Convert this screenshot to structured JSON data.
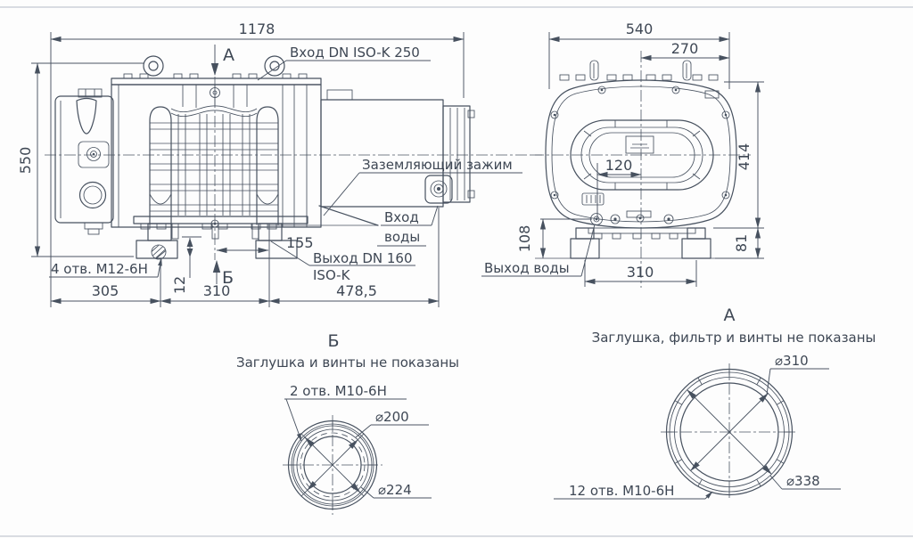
{
  "side": {
    "dim_width": "1178",
    "dim_height": "550",
    "section_a": "А",
    "section_b": "Б",
    "label_inlet": "Вход DN ISO-K 250",
    "label_ground": "Заземляющий зажим",
    "label_water_in_1": "Вход",
    "label_water_in_2": "воды",
    "dim_exhaust": "155",
    "label_outlet_1": "Выход DN 160",
    "label_outlet_2": "ISO-K",
    "label_holes": "4 отв. М12-6Н",
    "dim_foot_left": "305",
    "dim_plate": "12",
    "dim_feet_span": "310",
    "dim_water_inlet": "478,5"
  },
  "end": {
    "dim_width": "540",
    "dim_half_width": "270",
    "dim_height": "414",
    "dim_inner": "120",
    "dim_outlet_height": "108",
    "dim_foot_height": "81",
    "dim_feet_span": "310",
    "label_water_out": "Выход воды"
  },
  "detail_b": {
    "title": "Б",
    "caption": "Заглушка и винты не показаны",
    "label_holes": "2 отв. М10-6Н",
    "dim_bore": "⌀200",
    "dim_outer": "⌀224"
  },
  "detail_a": {
    "title": "А",
    "caption": "Заглушка, фильтр и винты не показаны",
    "label_holes": "12 отв. М10-6Н",
    "dim_inner": "⌀310",
    "dim_outer": "⌀338"
  },
  "colors": {
    "line": "#47515f",
    "text": "#3e4754",
    "background": "#fdfdfd",
    "frame": "#cdd2d9"
  }
}
